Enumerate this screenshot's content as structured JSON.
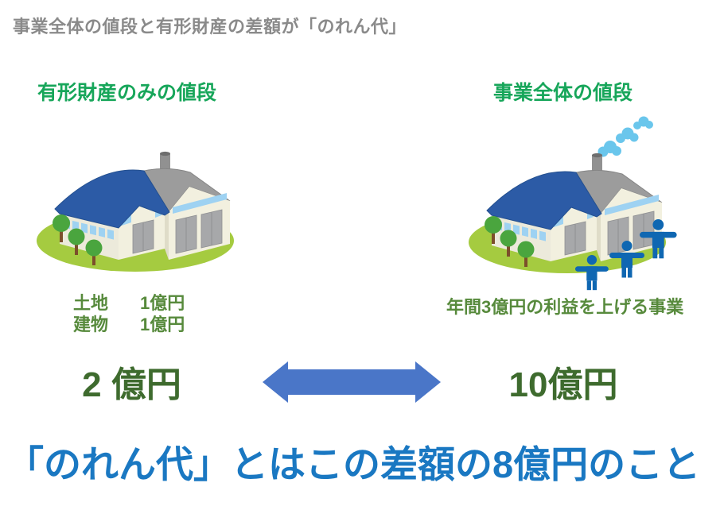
{
  "title": "事業全体の値段と有形財産の差額が「のれん代」",
  "left_panel": {
    "heading": "有形財産のみの値段",
    "illustration": "factory-icon",
    "assets": [
      {
        "label": "土地",
        "value": "1億円"
      },
      {
        "label": "建物",
        "value": "1億円"
      }
    ],
    "price": "2 億円"
  },
  "right_panel": {
    "heading": "事業全体の値段",
    "illustration": "factory-with-smoke-and-workers-icon",
    "caption": "年間3億円の利益を上げる事業",
    "price": "10億円"
  },
  "comparison": {
    "icon": "double-headed-arrow-icon"
  },
  "conclusion": "「のれん代」とはこの差額の8億円のこと",
  "colors": {
    "title_gray": "#8a8a8a",
    "heading_green": "#17a65a",
    "detail_green": "#578a3c",
    "price_green": "#3e6b2e",
    "conclusion_blue": "#1a78c2",
    "arrow_blue": "#4a76c8",
    "ground_green": "#a5cb40",
    "roof_blue": "#2c5ba6",
    "roof_gray": "#9c9c9c",
    "wall_cream": "#f2f0df",
    "window_blue": "#9ed2f2",
    "door_gray": "#a7a8aa",
    "smoke_blue": "#6ac6ec",
    "worker_blue": "#0f67b2",
    "tree_green": "#4aa53e"
  }
}
